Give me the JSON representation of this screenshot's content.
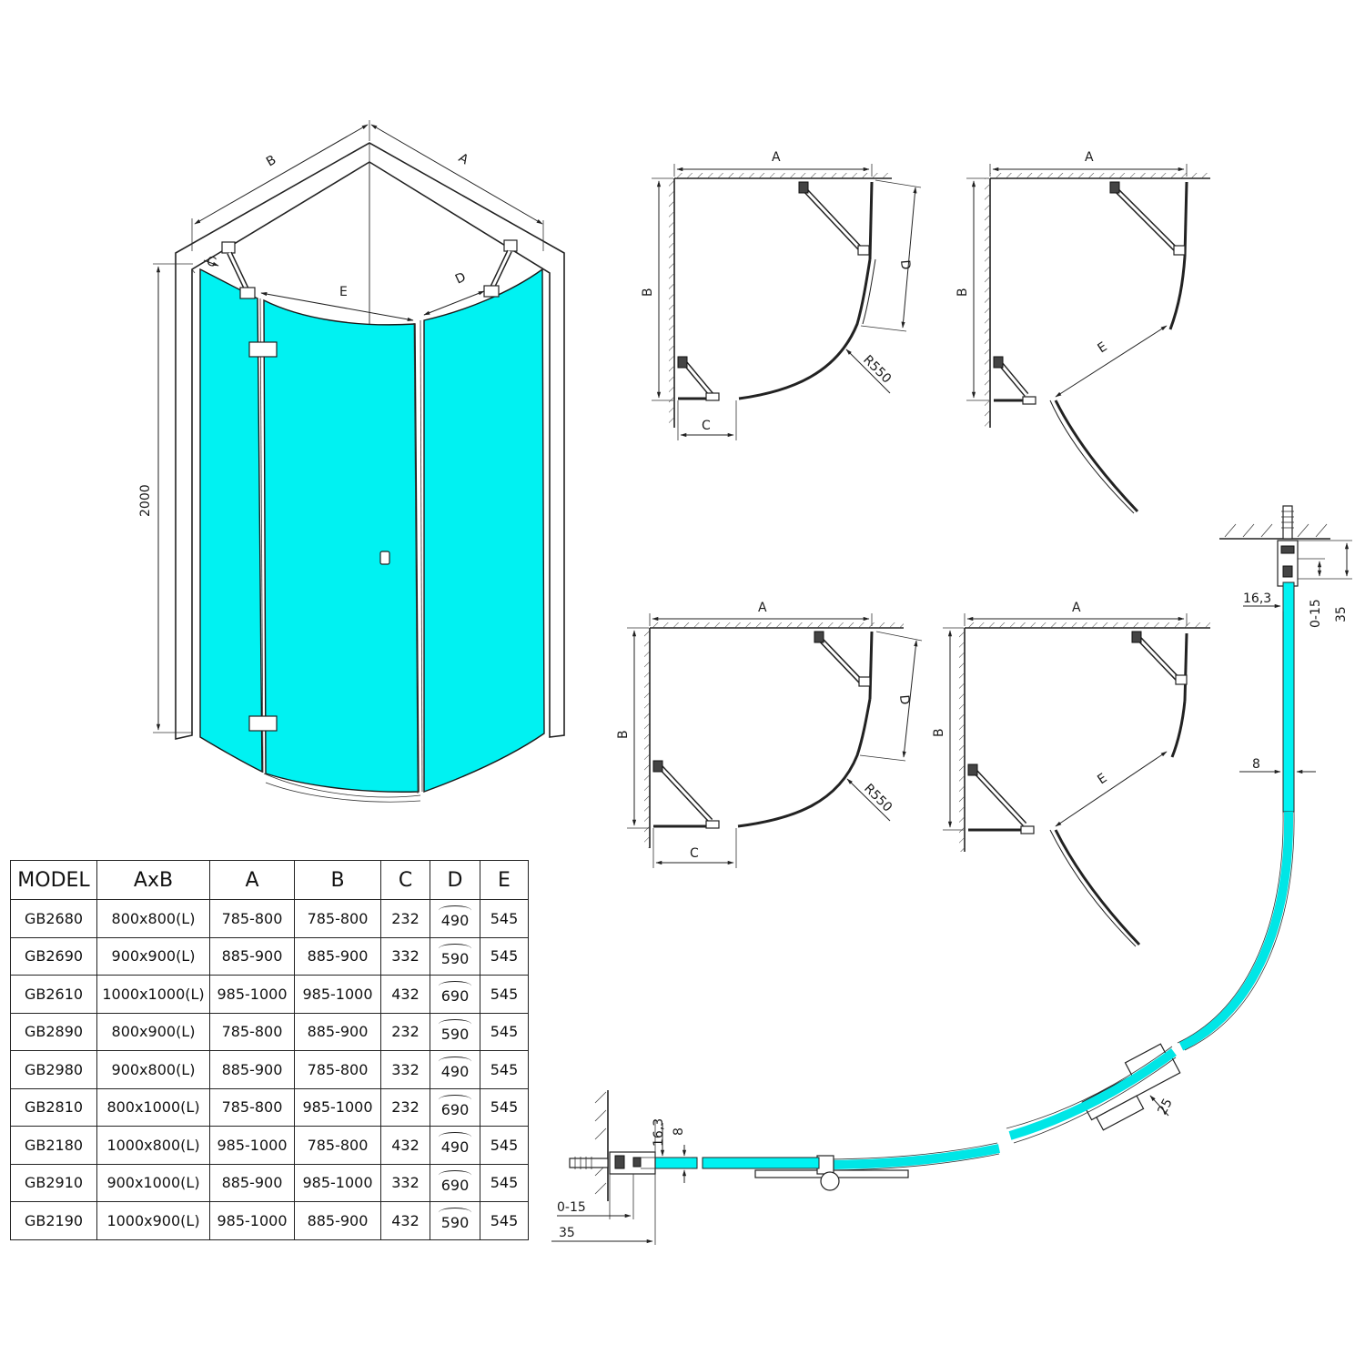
{
  "labels": {
    "A": "A",
    "B": "B",
    "C": "C",
    "D": "D",
    "E": "E",
    "R550": "R550",
    "h2000": "2000",
    "d16_3": "16,3",
    "d0_15": "0-15",
    "d35": "35",
    "d8": "8",
    "d25": "25"
  },
  "colors": {
    "glass": "#00f2f2",
    "line": "#222222"
  },
  "table": {
    "headers": [
      "MODEL",
      "AxB",
      "A",
      "B",
      "C",
      "D",
      "E"
    ],
    "rows": [
      [
        "GB2680",
        "800x800(L)",
        "785-800",
        "785-800",
        "232",
        "490",
        "545"
      ],
      [
        "GB2690",
        "900x900(L)",
        "885-900",
        "885-900",
        "332",
        "590",
        "545"
      ],
      [
        "GB2610",
        "1000x1000(L)",
        "985-1000",
        "985-1000",
        "432",
        "690",
        "545"
      ],
      [
        "GB2890",
        "800x900(L)",
        "785-800",
        "885-900",
        "232",
        "590",
        "545"
      ],
      [
        "GB2980",
        "900x800(L)",
        "885-900",
        "785-800",
        "332",
        "490",
        "545"
      ],
      [
        "GB2810",
        "800x1000(L)",
        "785-800",
        "985-1000",
        "232",
        "690",
        "545"
      ],
      [
        "GB2180",
        "1000x800(L)",
        "985-1000",
        "785-800",
        "432",
        "490",
        "545"
      ],
      [
        "GB2910",
        "900x1000(L)",
        "885-900",
        "985-1000",
        "332",
        "690",
        "545"
      ],
      [
        "GB2190",
        "1000x900(L)",
        "985-1000",
        "885-900",
        "432",
        "590",
        "545"
      ]
    ]
  }
}
